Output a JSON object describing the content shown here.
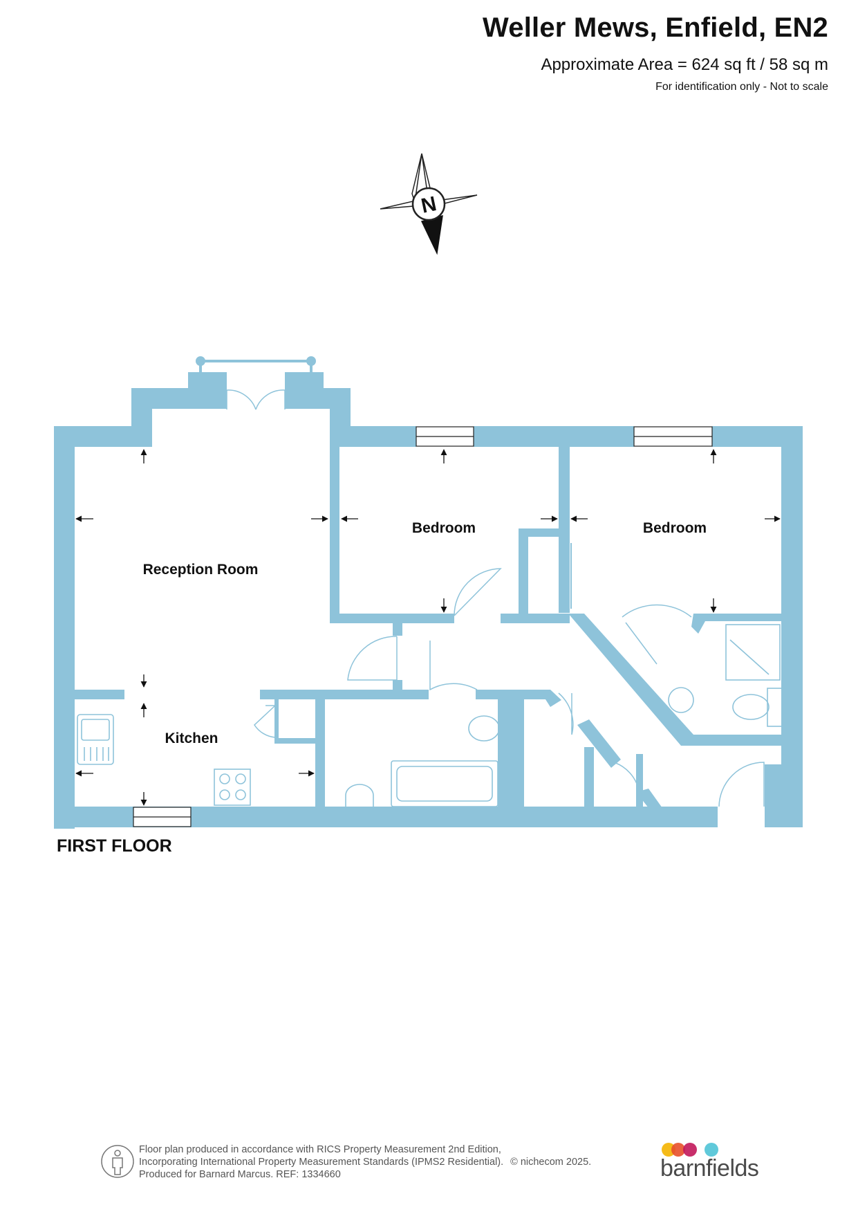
{
  "header": {
    "title": "Weller Mews, Enfield, EN2",
    "area": "Approximate Area = 624 sq ft / 58 sq m",
    "note": "For identification only - Not to scale"
  },
  "compass": {
    "label": "N"
  },
  "rooms": {
    "reception": "Reception Room",
    "bedroom1": "Bedroom",
    "bedroom2": "Bedroom",
    "kitchen": "Kitchen"
  },
  "floor_label": "FIRST FLOOR",
  "footer": {
    "line1": "Floor plan produced in accordance with RICS Property Measurement 2nd Edition,",
    "line2": "Incorporating International Property Measurement Standards (IPMS2 Residential).",
    "copyright": "© nichecom 2025.",
    "line3": "Produced for Barnard Marcus.   REF:  1334660"
  },
  "brand": {
    "name": "barnfields",
    "dot_colors": [
      "#f4b400",
      "#e8502a",
      "#c2185b",
      "#4fc3d6"
    ]
  },
  "colors": {
    "wall": "#8ec3da",
    "fixture": "#8ec3da"
  }
}
